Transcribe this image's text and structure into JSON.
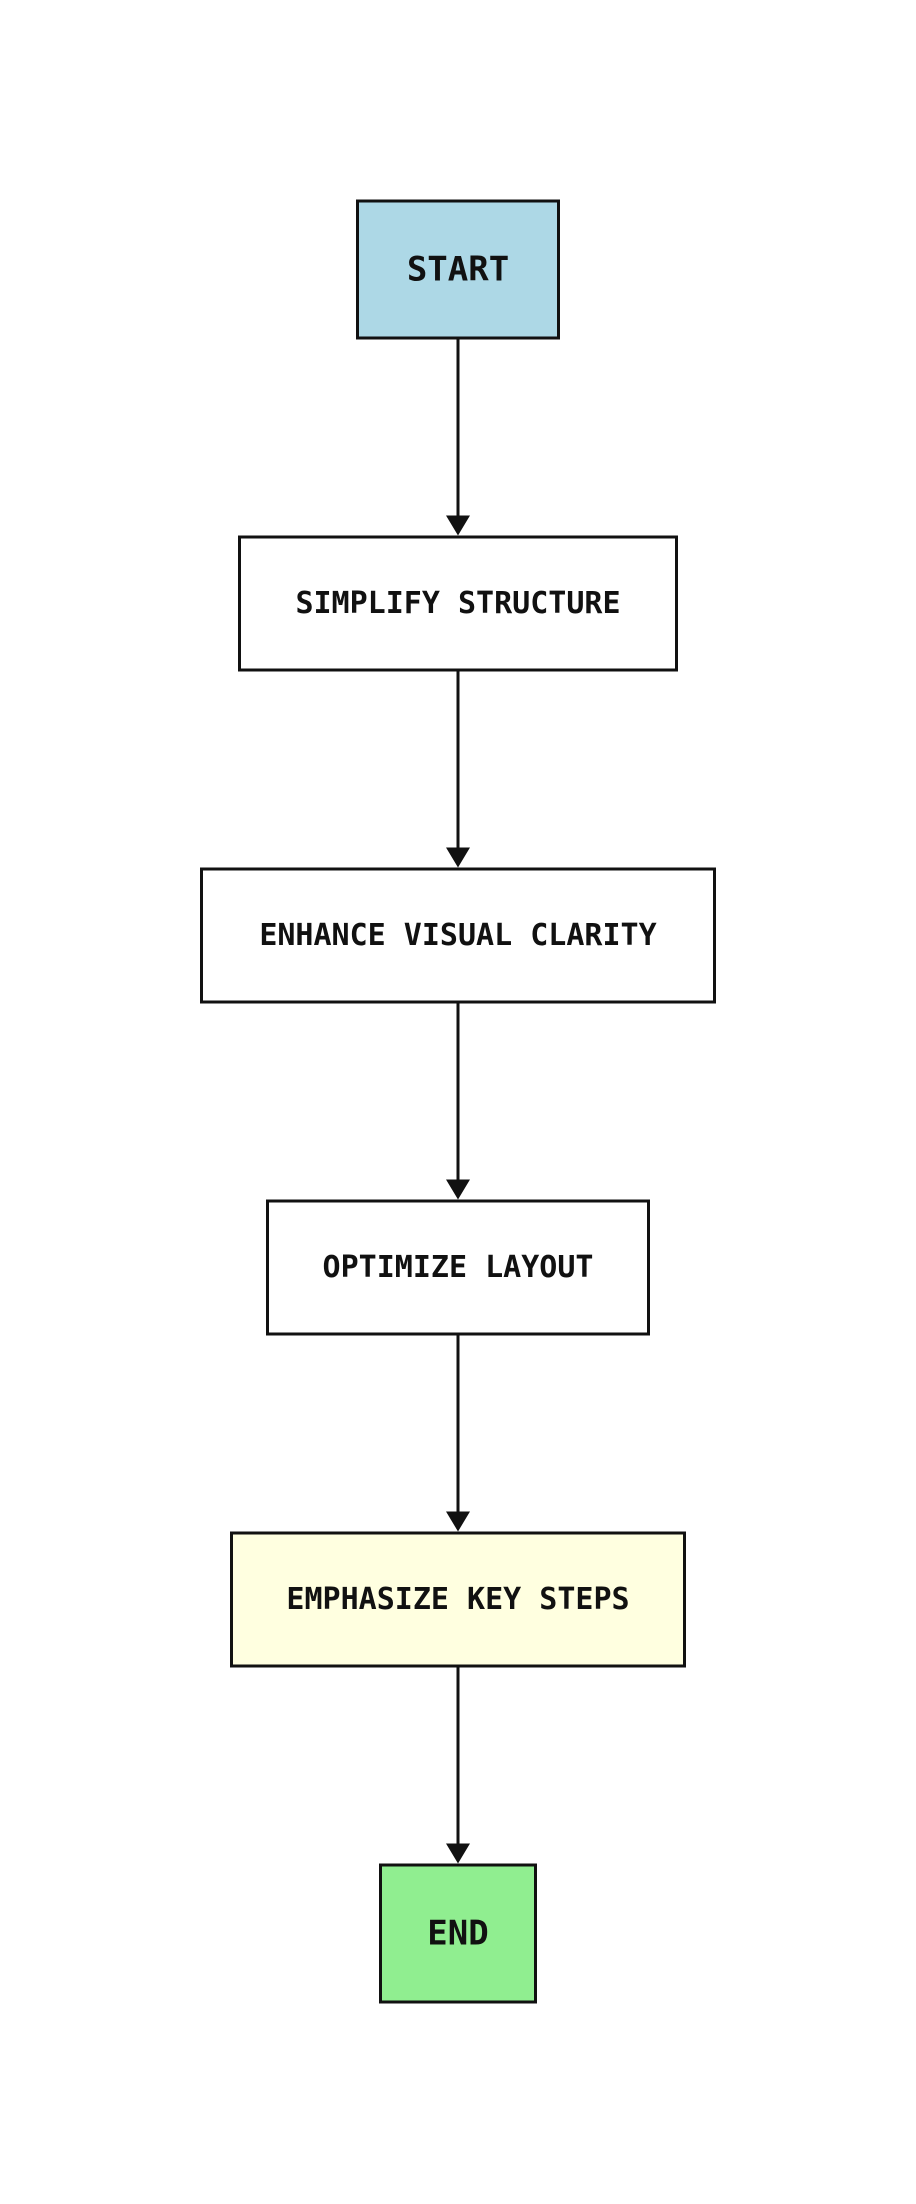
{
  "diagram": {
    "type": "flowchart",
    "direction": "top-to-bottom",
    "nodes": [
      {
        "id": "start",
        "label": "START",
        "fill": "#add8e6",
        "kind": "terminal"
      },
      {
        "id": "simplify",
        "label": "SIMPLIFY STRUCTURE",
        "fill": "#ffffff",
        "kind": "process"
      },
      {
        "id": "enhance",
        "label": "ENHANCE VISUAL CLARITY",
        "fill": "#ffffff",
        "kind": "process"
      },
      {
        "id": "optimize",
        "label": "OPTIMIZE LAYOUT",
        "fill": "#ffffff",
        "kind": "process"
      },
      {
        "id": "emphasize",
        "label": "EMPHASIZE KEY STEPS",
        "fill": "#ffffe0",
        "kind": "highlight"
      },
      {
        "id": "end",
        "label": "END",
        "fill": "#90ee90",
        "kind": "terminal"
      }
    ],
    "edges": [
      {
        "from": "start",
        "to": "simplify"
      },
      {
        "from": "simplify",
        "to": "enhance"
      },
      {
        "from": "enhance",
        "to": "optimize"
      },
      {
        "from": "optimize",
        "to": "emphasize"
      },
      {
        "from": "emphasize",
        "to": "end"
      }
    ],
    "colors": {
      "stroke": "#111111",
      "text": "#111111",
      "background": "#ffffff"
    }
  }
}
